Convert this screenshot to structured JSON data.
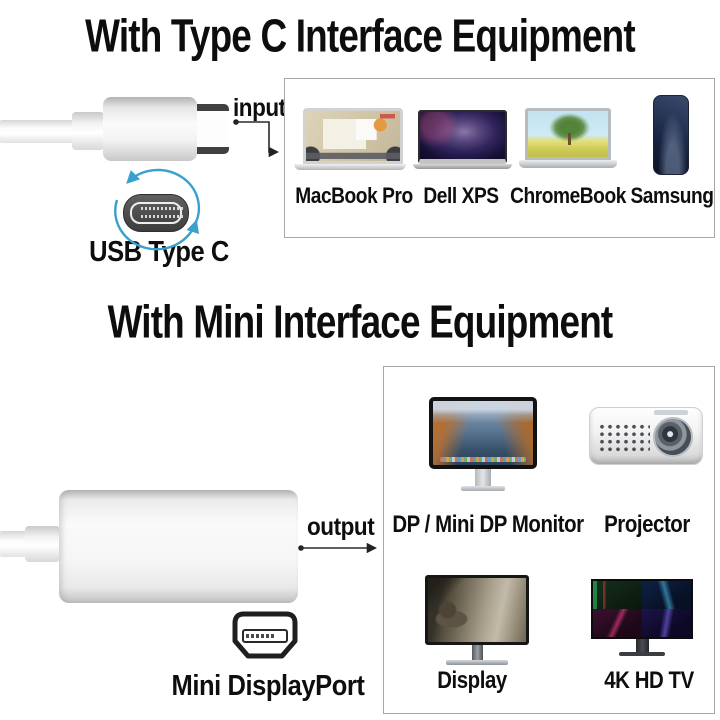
{
  "colors": {
    "background": "#ffffff",
    "text": "#111111",
    "box_border": "#a8a8a8",
    "accent_blue": "#3aa0cc",
    "line": "#2a2a2a"
  },
  "sections": {
    "type_c": {
      "title": "With Type C Interface Equipment",
      "flow_label": "input",
      "port_name": "USB Type C",
      "devices": [
        {
          "name": "MacBook Pro"
        },
        {
          "name": "Dell XPS"
        },
        {
          "name": "ChromeBook"
        },
        {
          "name": "Samsung"
        }
      ]
    },
    "mini": {
      "title": "With Mini Interface Equipment",
      "flow_label": "output",
      "port_name": "Mini DisplayPort",
      "devices": [
        {
          "name": "DP / Mini DP Monitor"
        },
        {
          "name": "Projector"
        },
        {
          "name": "Display"
        },
        {
          "name": "4K HD TV"
        }
      ]
    }
  }
}
